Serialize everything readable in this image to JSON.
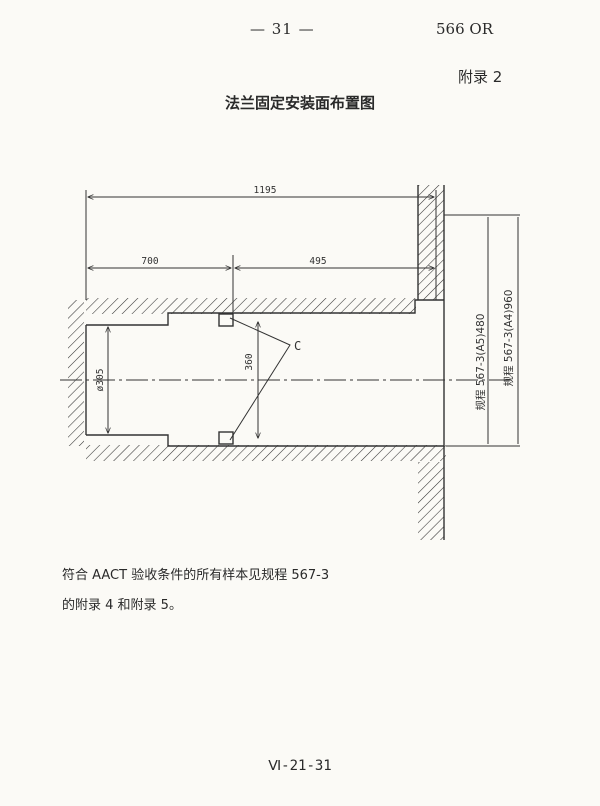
{
  "header": {
    "page_number": "— 31 —",
    "document_code": "566 OR",
    "appendix_label": "附录 2"
  },
  "title": "法兰固定安装面布置图",
  "drawing": {
    "dimensions": {
      "overall_length": "1195",
      "left_length": "700",
      "right_length": "495",
      "diameter": "ø305",
      "height": "360",
      "callout": "C"
    },
    "side_labels": {
      "a5": "规程 567-3(A5)480",
      "a4": "规程 567-3(A4)960"
    }
  },
  "notes": {
    "line1": "符合 AACT 验收条件的所有样本见规程 567-3",
    "line2": "的附录 4 和附录 5。"
  },
  "footer": {
    "page_code": "Ⅵ-21-31"
  }
}
